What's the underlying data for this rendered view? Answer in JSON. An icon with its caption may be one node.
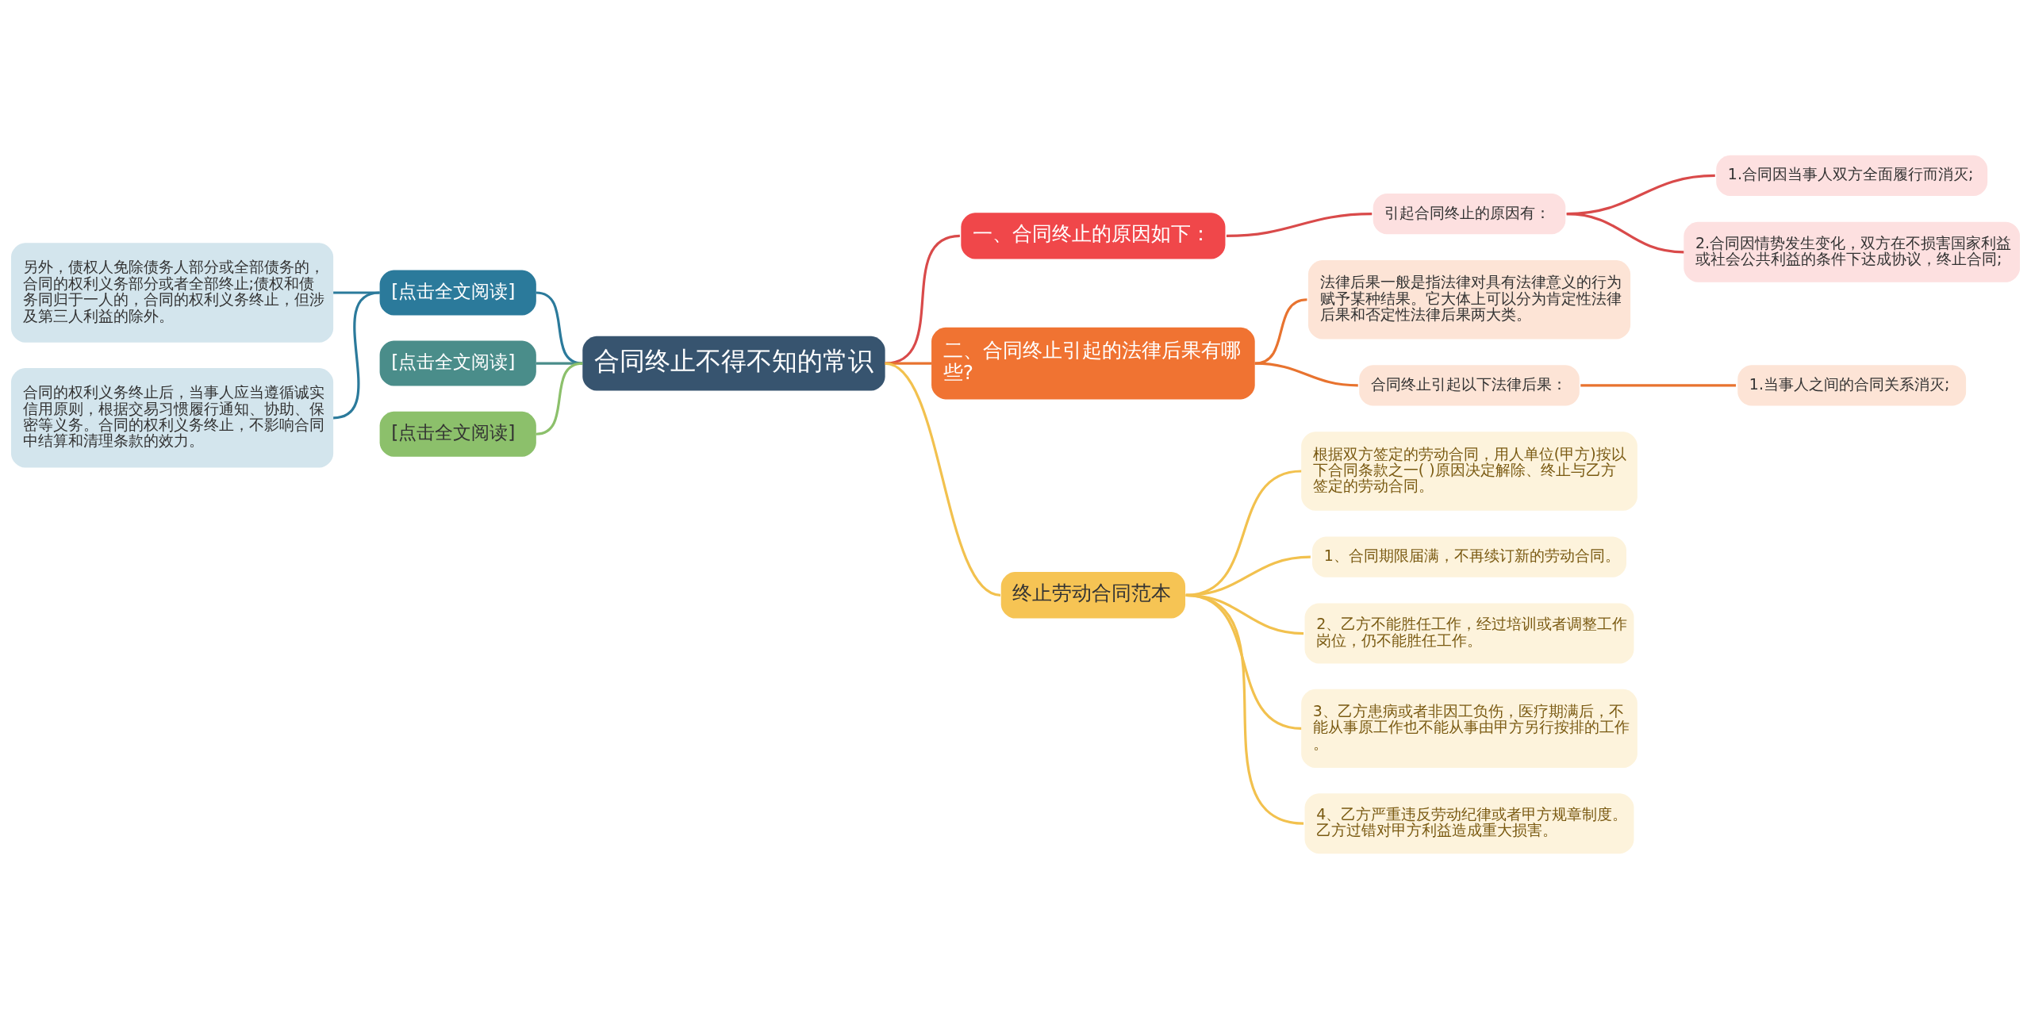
{
  "diagram": {
    "nodes": [
      {
        "text": [
          "合同终止不得不知的常识"
        ]
      },
      {
        "text": [
          "一、合同终止的原因如下："
        ]
      },
      {
        "text": [
          "引起合同终止的原因有："
        ]
      },
      {
        "text": [
          "1.合同因当事人双方全面履行而消灭;"
        ]
      },
      {
        "text": [
          "2.合同因情势发生变化，双方在不损害国家利益或社会公共利益的条件下达成协议，终止合同;"
        ]
      },
      {
        "text": [
          "二、合同终止引起的法律后果有哪些?"
        ]
      },
      {
        "text": [
          "法律后果一般是指法律对具有法律意义的行为赋予某种结果。它大体上可以分为肯定性法律后果和否定性法律后果两大类。"
        ]
      },
      {
        "text": [
          "合同终止引起以下法律后果："
        ]
      },
      {
        "text": [
          "1.当事人之间的合同关系消灭;"
        ]
      },
      {
        "text": [
          "终止劳动合同范本"
        ]
      },
      {
        "text": [
          "根据双方签定的劳动合同，用人单位(甲方)按以下合同条款之一( )原因决定解除、终止与乙方签定的劳动合同。"
        ]
      },
      {
        "text": [
          "1、合同期限届满，不再续订新的劳动合同。"
        ]
      },
      {
        "text": [
          "2、乙方不能胜任工作，经过培训或者调整工作岗位，仍不能胜任工作。"
        ]
      },
      {
        "text": [
          "3、乙方患病或者非因工负伤，医疗期满后，不能从事原工作也不能从事由甲方另行按排的工作。"
        ]
      },
      {
        "text": [
          "4、乙方严重违反劳动纪律或者甲方规章制度。乙方过错对甲方利益造成重大损害。"
        ]
      },
      {
        "text": [
          "[点击全文阅读]"
        ]
      },
      {
        "text": [
          "另外，债权人免除债务人部分或全部债务的，合同的权利义务部分或者全部终止;债权和债务同归于一人的，合同的权利义务终止，但涉及第三人利益的除外。"
        ]
      },
      {
        "text": [
          "合同的权利义务终止后，当事人应当遵循诚实信用原则，根据交易习惯履行通知、协助、保密等义务。合同的权利义务终止，不影响合同中结算和清理条款的效力。"
        ]
      },
      {
        "text": [
          "[点击全文阅读]"
        ]
      },
      {
        "text": [
          "[点击全文阅读]"
        ]
      }
    ],
    "edges": [
      {
        "from": 0,
        "to": 1,
        "arrow": "none",
        "color": "#d94a4a"
      },
      {
        "from": 1,
        "to": 2,
        "arrow": "none",
        "color": "#d94a4a"
      },
      {
        "from": 2,
        "to": 3,
        "arrow": "none",
        "color": "#d94a4a"
      },
      {
        "from": 2,
        "to": 4,
        "arrow": "none",
        "color": "#d94a4a"
      },
      {
        "from": 0,
        "to": 5,
        "arrow": "none",
        "color": "#e8732f"
      },
      {
        "from": 5,
        "to": 6,
        "arrow": "none",
        "color": "#e8732f"
      },
      {
        "from": 5,
        "to": 7,
        "arrow": "none",
        "color": "#e8732f"
      },
      {
        "from": 7,
        "to": 8,
        "arrow": "none",
        "color": "#e8732f"
      },
      {
        "from": 0,
        "to": 9,
        "arrow": "none",
        "color": "#f2c14e"
      },
      {
        "from": 9,
        "to": 10,
        "arrow": "none",
        "color": "#f2c14e"
      },
      {
        "from": 9,
        "to": 11,
        "arrow": "none",
        "color": "#f2c14e"
      },
      {
        "from": 9,
        "to": 12,
        "arrow": "none",
        "color": "#f2c14e"
      },
      {
        "from": 9,
        "to": 13,
        "arrow": "none",
        "color": "#f2c14e"
      },
      {
        "from": 9,
        "to": 14,
        "arrow": "none",
        "color": "#f2c14e"
      },
      {
        "from": 0,
        "to": 15,
        "arrow": "none",
        "color": "#2b7a9b"
      },
      {
        "from": 15,
        "to": 16,
        "arrow": "none",
        "color": "#2b7a9b"
      },
      {
        "from": 15,
        "to": 17,
        "arrow": "none",
        "color": "#2b7a9b"
      },
      {
        "from": 0,
        "to": 18,
        "arrow": "none",
        "color": "#4a8d8a"
      },
      {
        "from": 0,
        "to": 19,
        "arrow": "none",
        "color": "#8cc06b"
      }
    ]
  }
}
